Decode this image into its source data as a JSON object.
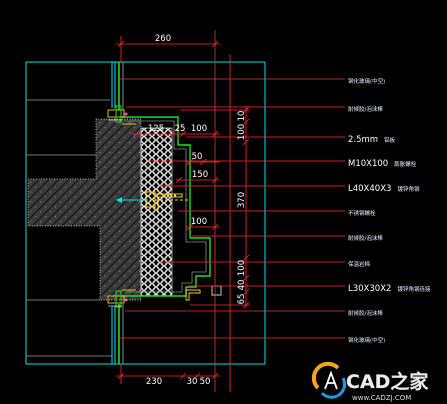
{
  "drawing": {
    "dimensions": {
      "top_width": "260",
      "upper_125": "125",
      "upper_25": "25",
      "upper_100": "100",
      "gap_50": "50",
      "depth_150": "150",
      "depth_100": "100",
      "vert_10": "10",
      "vert_100_top": "100",
      "vert_370": "370",
      "vert_100_bottom": "100",
      "vert_40": "40",
      "vert_65": "65",
      "bottom_230": "230",
      "bottom_30": "30",
      "bottom_50": "50"
    },
    "labels": [
      {
        "sub": "钢化玻璃(中空)"
      },
      {
        "sub": "耐候胶/泡沫棒"
      },
      {
        "main": "2.5mm",
        "sub": "铝板"
      },
      {
        "main": "M10X100",
        "sub": "膨胀螺栓"
      },
      {
        "main": "L40X40X3",
        "sub": "镀锌角钢"
      },
      {
        "sub": "不锈钢螺栓"
      },
      {
        "sub": "耐候胶/泡沫棒"
      },
      {
        "sub": "保温岩棉"
      },
      {
        "main": "L30X30X2",
        "sub": "镀锌角钢连接"
      },
      {
        "sub": "耐候胶/泡沫棒"
      },
      {
        "sub": "钢化玻璃(中空)"
      }
    ],
    "colors": {
      "background": "#000000",
      "frame": "#00e5e5",
      "panel": "#22dd22",
      "dimension": "#ff2a2a",
      "text": "#ffffff"
    }
  },
  "watermark": {
    "brand": "CAD之家",
    "url": "www.CADZJ.COM"
  }
}
